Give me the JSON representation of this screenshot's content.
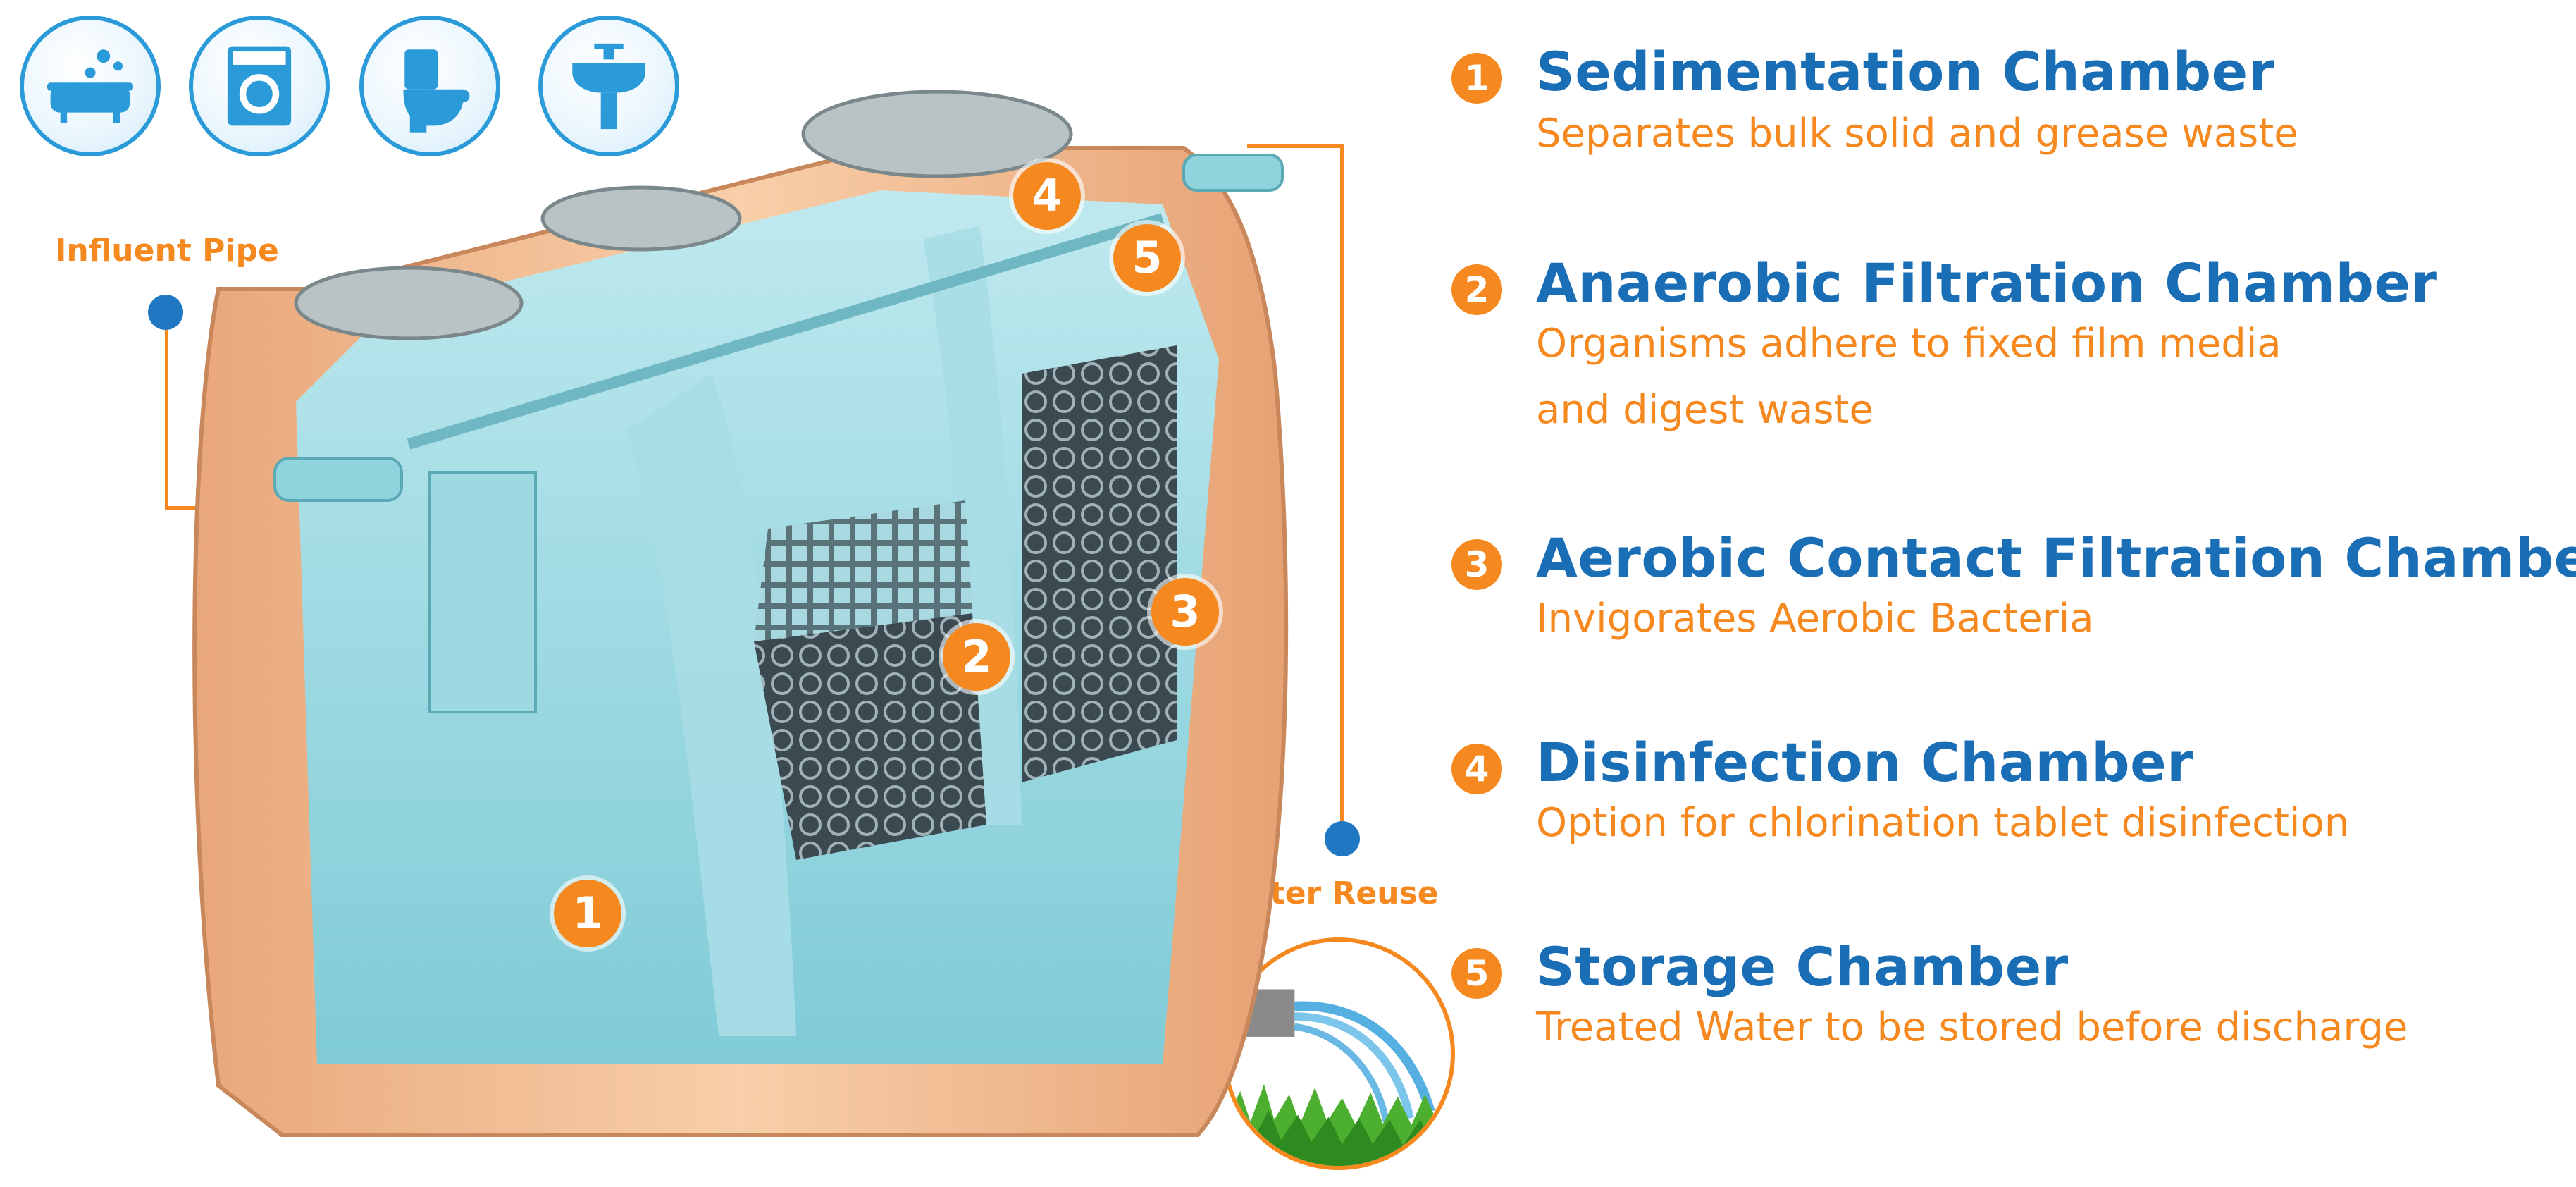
{
  "icons": [
    {
      "name": "bathtub-icon"
    },
    {
      "name": "washing-machine-icon"
    },
    {
      "name": "toilet-icon"
    },
    {
      "name": "sink-icon"
    }
  ],
  "labels": {
    "influent_pipe": "Influent Pipe",
    "water_reuse": "Water Reuse"
  },
  "diagram_markers": [
    "1",
    "2",
    "3",
    "4",
    "5"
  ],
  "legend": [
    {
      "num": "1",
      "title": "Sedimentation Chamber",
      "desc": "Separates bulk solid and grease waste"
    },
    {
      "num": "2",
      "title": "Anaerobic Filtration Chamber",
      "desc": "Organisms adhere to fixed  film media and digest waste"
    },
    {
      "num": "3",
      "title": "Aerobic Contact Filtration Chamber",
      "desc": "Invigorates Aerobic Bacteria"
    },
    {
      "num": "4",
      "title": "Disinfection Chamber",
      "desc": "Option for chlorination tablet disinfection"
    },
    {
      "num": "5",
      "title": "Storage Chamber",
      "desc": "Treated Water to be stored before discharge"
    }
  ],
  "colors": {
    "accent_orange": "#f5891f",
    "title_blue": "#1a6eb5",
    "icon_blue": "#2a9bd8",
    "tank_shell": "#f3b98e",
    "tank_interior": "#8fd3dc"
  }
}
